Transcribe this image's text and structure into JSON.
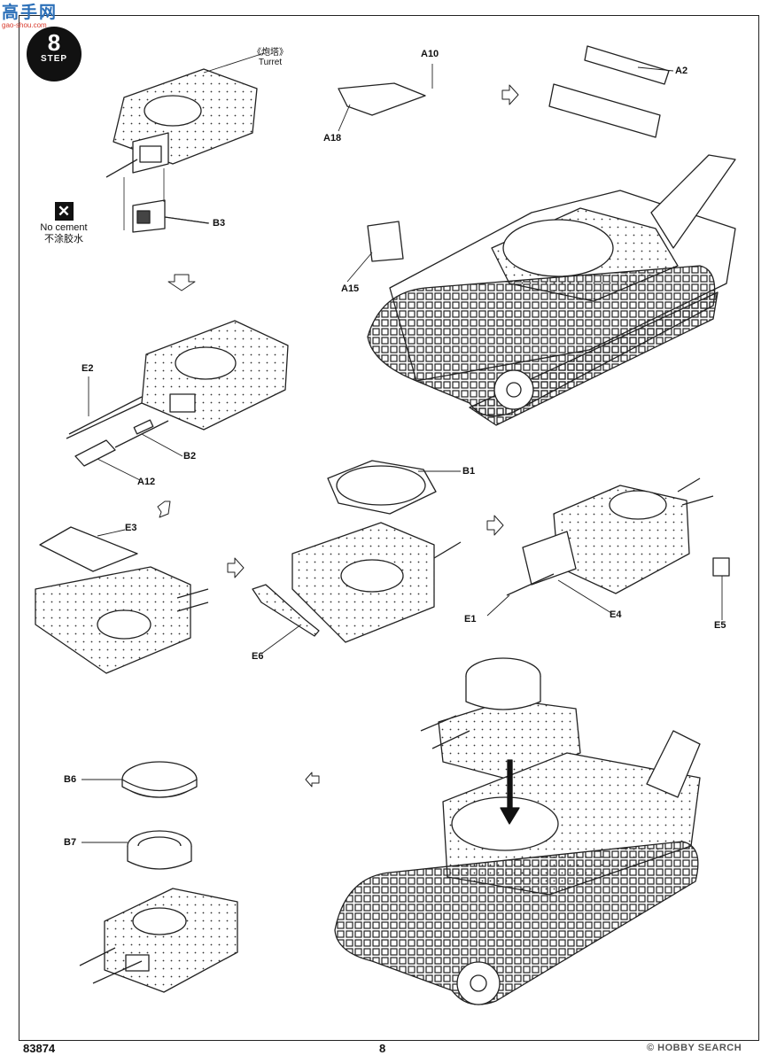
{
  "watermark": {
    "title": "高手网",
    "subtitle": "gao-shou.com"
  },
  "step": {
    "number": "8",
    "label": "STEP"
  },
  "turret_label": {
    "cn": "《炮塔》",
    "en": "Turret"
  },
  "no_cement": {
    "en": "No cement",
    "cn": "不涂胶水"
  },
  "parts": {
    "A10": "A10",
    "A2": "A2",
    "A18": "A18",
    "A15": "A15",
    "B3": "B3",
    "E2": "E2",
    "B2": "B2",
    "A12": "A12",
    "B1": "B1",
    "E3": "E3",
    "E1": "E1",
    "E4": "E4",
    "E5": "E5",
    "E6": "E6",
    "B6": "B6",
    "B7": "B7"
  },
  "footer": {
    "code": "83874",
    "page": "8",
    "brand": "© HOBBY SEARCH"
  }
}
